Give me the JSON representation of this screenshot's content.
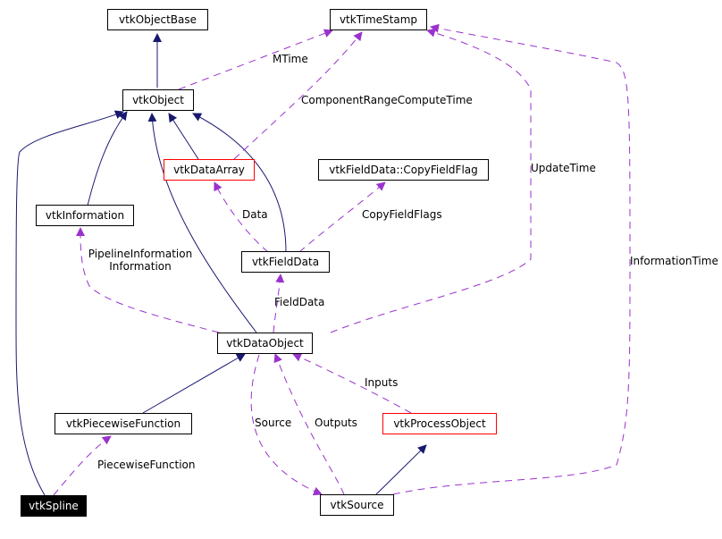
{
  "colors": {
    "inheritance": "#191970",
    "usage": "#9a32cd",
    "node_border": "#000000",
    "highlight_border": "#ff0000",
    "current_node_fill": "#000000",
    "current_node_text": "#ffffff"
  },
  "nodes": {
    "vtkObjectBase": "vtkObjectBase",
    "vtkTimeStamp": "vtkTimeStamp",
    "vtkObject": "vtkObject",
    "vtkDataArray": "vtkDataArray",
    "vtkFieldDataCopyFieldFlag": "vtkFieldData::CopyFieldFlag",
    "vtkInformation": "vtkInformation",
    "vtkFieldData": "vtkFieldData",
    "vtkDataObject": "vtkDataObject",
    "vtkPiecewiseFunction": "vtkPiecewiseFunction",
    "vtkProcessObject": "vtkProcessObject",
    "vtkSpline": "vtkSpline",
    "vtkSource": "vtkSource"
  },
  "edge_labels": {
    "mtime": "MTime",
    "component_range": "ComponentRangeComputeTime",
    "update_time": "UpdateTime",
    "data": "Data",
    "copy_field_flags": "CopyFieldFlags",
    "pipeline_information": "PipelineInformation",
    "information": "Information",
    "information_time": "InformationTime",
    "field_data": "FieldData",
    "inputs": "Inputs",
    "source": "Source",
    "outputs": "Outputs",
    "piecewise_function": "PiecewiseFunction"
  }
}
